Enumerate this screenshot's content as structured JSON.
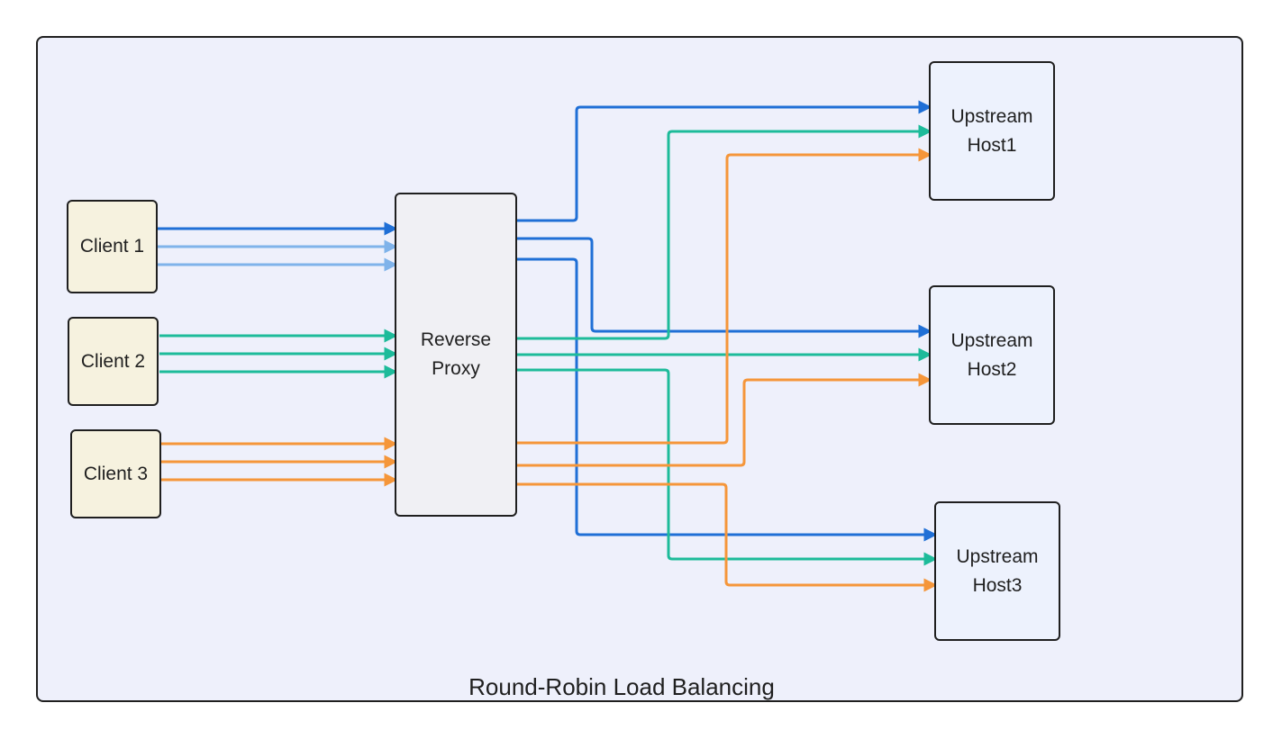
{
  "diagram": {
    "title": "Round-Robin Load Balancing",
    "nodes": {
      "client1": "Client 1",
      "client2": "Client 2",
      "client3": "Client 3",
      "proxy": "Reverse\nProxy",
      "host1": "Upstream\nHost1",
      "host2": "Upstream\nHost2",
      "host3": "Upstream\nHost3"
    },
    "colors": {
      "client1_primary": "#1f6fd6",
      "client1_secondary": "#7fb3ea",
      "client2": "#1dbb9a",
      "client3": "#f5963a",
      "border": "#1f1f1f",
      "frame_bg": "#eef0fb",
      "client_bg": "#f6f2df",
      "proxy_bg": "#f0f0f4",
      "host_bg": "#edf2fd"
    },
    "flows": [
      {
        "from": "client1",
        "to": "proxy",
        "color": "client1_primary"
      },
      {
        "from": "client1",
        "to": "proxy",
        "color": "client1_secondary"
      },
      {
        "from": "client1",
        "to": "proxy",
        "color": "client1_secondary"
      },
      {
        "from": "client2",
        "to": "proxy",
        "color": "client2"
      },
      {
        "from": "client2",
        "to": "proxy",
        "color": "client2"
      },
      {
        "from": "client2",
        "to": "proxy",
        "color": "client2"
      },
      {
        "from": "client3",
        "to": "proxy",
        "color": "client3"
      },
      {
        "from": "client3",
        "to": "proxy",
        "color": "client3"
      },
      {
        "from": "client3",
        "to": "proxy",
        "color": "client3"
      },
      {
        "from": "proxy",
        "to": "host1",
        "color": "client1_primary"
      },
      {
        "from": "proxy",
        "to": "host2",
        "color": "client1_primary"
      },
      {
        "from": "proxy",
        "to": "host3",
        "color": "client1_primary"
      },
      {
        "from": "proxy",
        "to": "host1",
        "color": "client2"
      },
      {
        "from": "proxy",
        "to": "host2",
        "color": "client2"
      },
      {
        "from": "proxy",
        "to": "host3",
        "color": "client2"
      },
      {
        "from": "proxy",
        "to": "host1",
        "color": "client3"
      },
      {
        "from": "proxy",
        "to": "host2",
        "color": "client3"
      },
      {
        "from": "proxy",
        "to": "host3",
        "color": "client3"
      }
    ]
  }
}
